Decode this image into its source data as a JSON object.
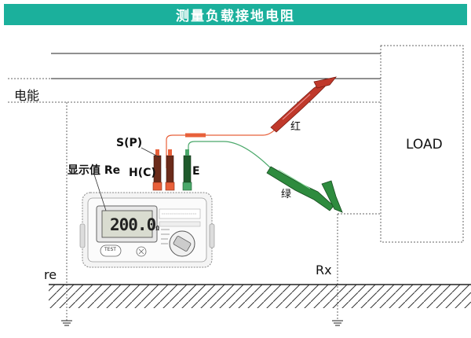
{
  "title": "测量负载接地电阻",
  "labels": {
    "power": "电能",
    "load": "LOAD",
    "re": "re",
    "rx": "Rx",
    "sp": "S(P)",
    "hc": "H(C)",
    "e": "E",
    "display_value": "显示值 Re",
    "red": "红",
    "green": "绿"
  },
  "meter": {
    "display": "200.0",
    "unit": "Ω",
    "test_button": "TEST"
  },
  "colors": {
    "title_bg": "#1bb09c",
    "red_lead": "#e8603a",
    "green_lead": "#4aa86a",
    "probe_red": "#c0392b",
    "probe_green": "#2e8b3e"
  }
}
